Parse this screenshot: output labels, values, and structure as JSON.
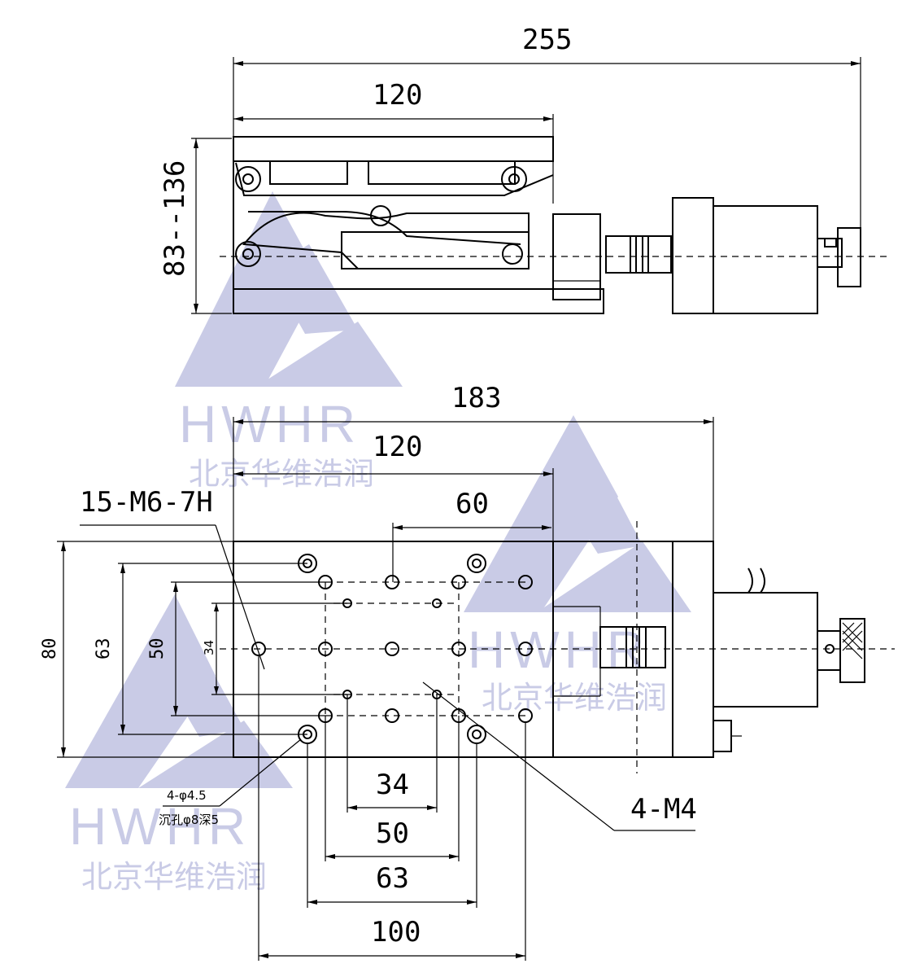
{
  "top_view": {
    "dim_total_length": "255",
    "dim_stage_length": "120",
    "dim_height_range": "83--136"
  },
  "bottom_view": {
    "dim_overall_width": "183",
    "dim_stage_width": "120",
    "dim_hole_pitch_60": "60",
    "dim_height_80": "80",
    "dim_height_63": "63",
    "dim_height_50": "50",
    "dim_height_34": "34",
    "dim_bottom_34": "34",
    "dim_bottom_50": "50",
    "dim_bottom_63": "63",
    "dim_bottom_100": "100",
    "label_threaded_holes": "15-M6-7H",
    "label_m4_holes": "4-M4",
    "label_counterbore_line1": "4-φ4.5",
    "label_counterbore_line2": "沉孔φ8深5"
  },
  "watermarks": [
    {
      "brand": "HWHR",
      "company": "北京华维浩润"
    },
    {
      "brand": "HWHR",
      "company": "北京华维浩润"
    },
    {
      "brand": "HWHR",
      "company": "北京华维浩润"
    }
  ]
}
